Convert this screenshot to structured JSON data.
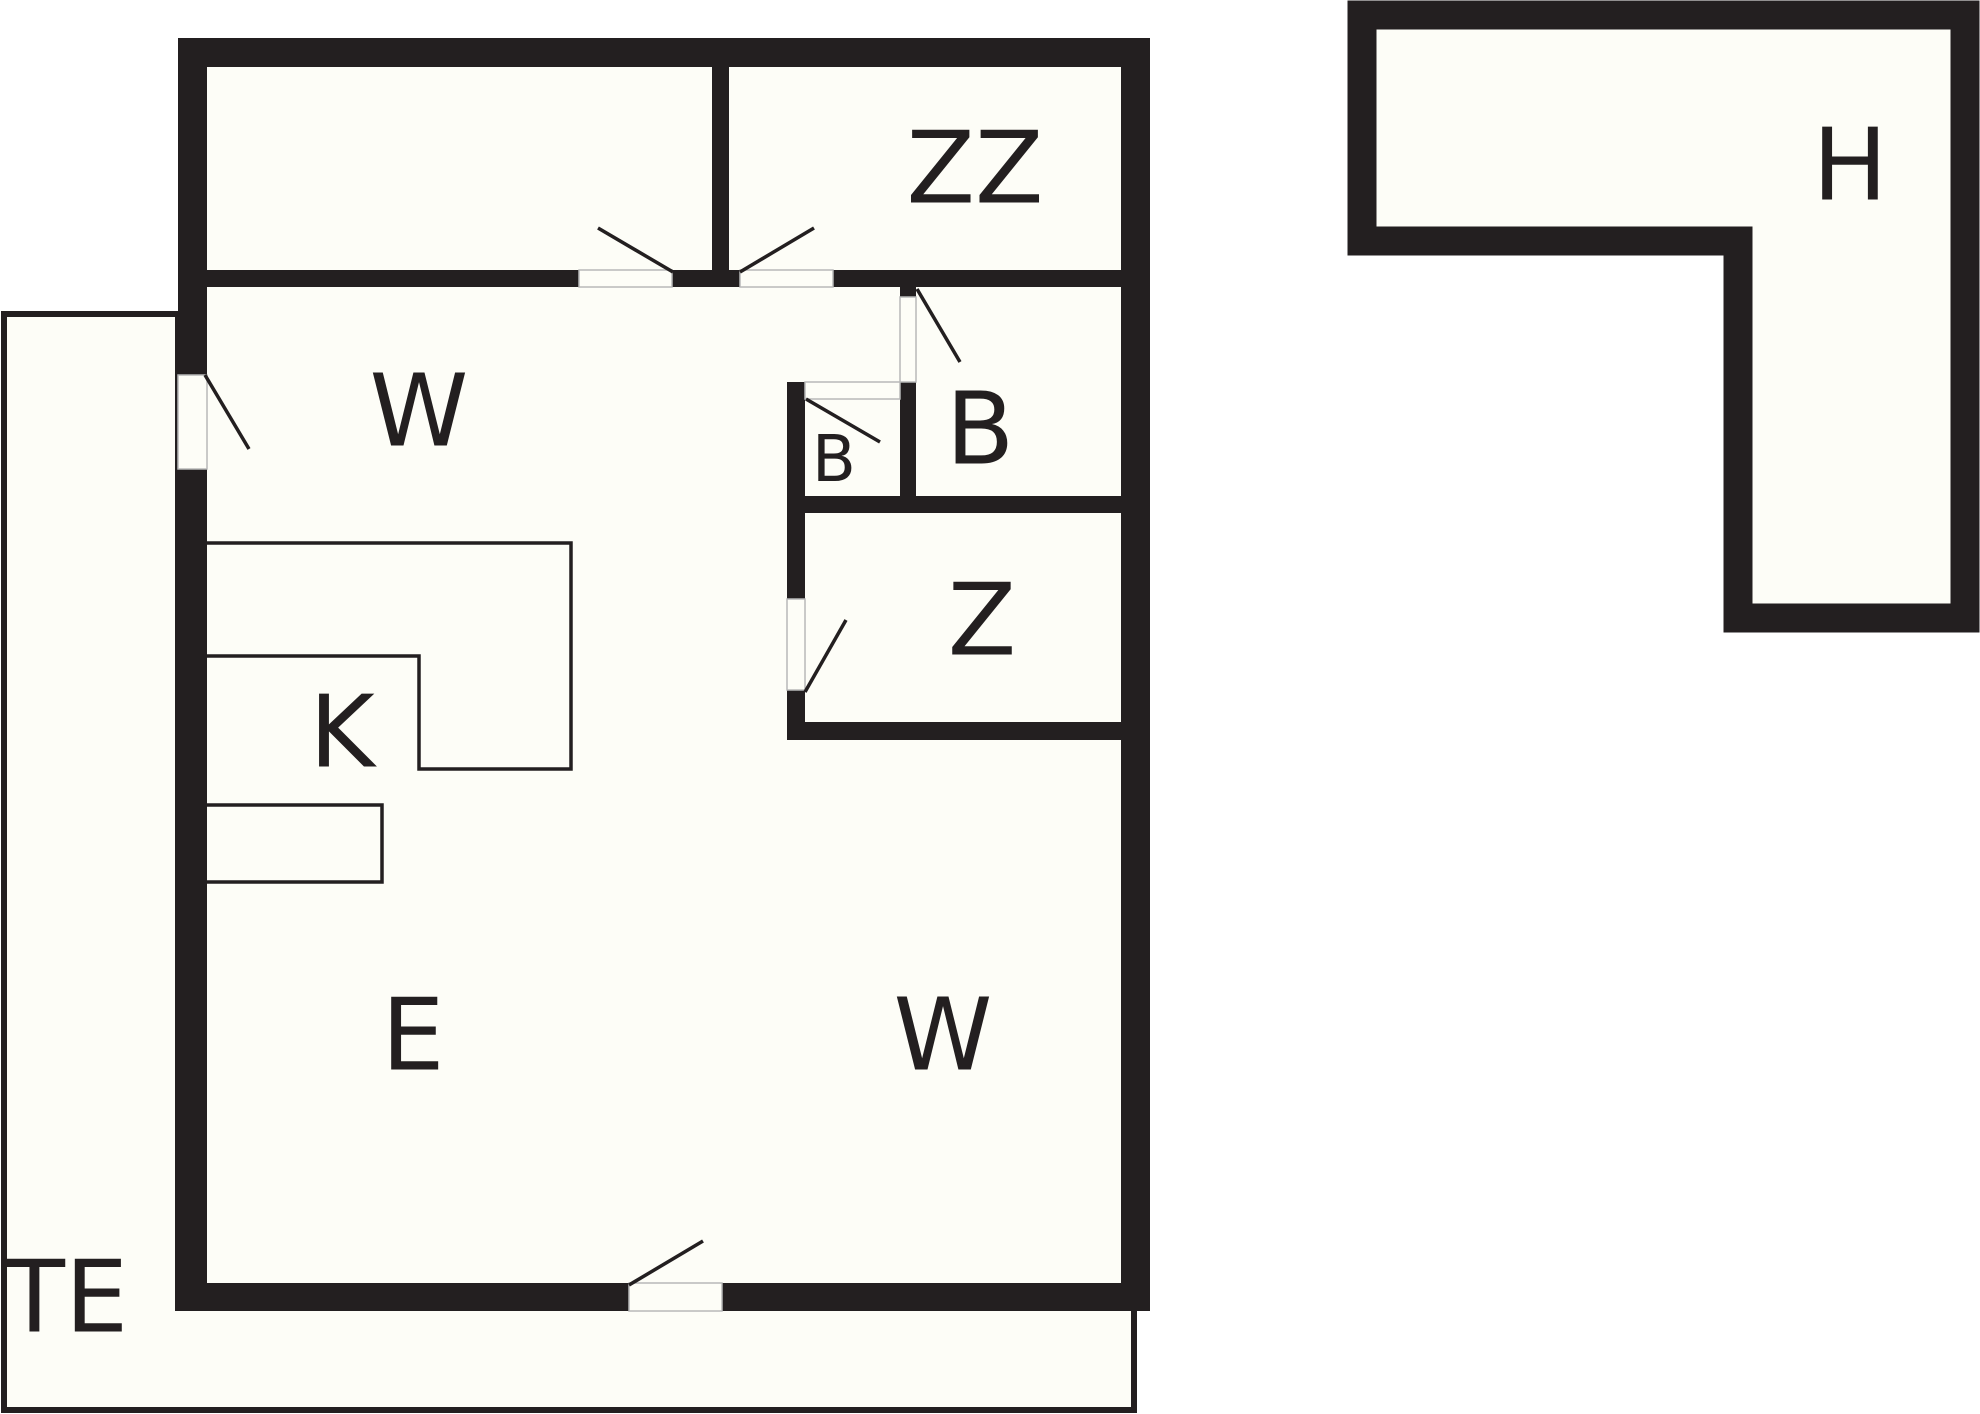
{
  "floor_plan": {
    "rooms": [
      {
        "key": "zz",
        "label": "ZZ"
      },
      {
        "key": "w_upper",
        "label": "W"
      },
      {
        "key": "b_large",
        "label": "B"
      },
      {
        "key": "b_small",
        "label": "B"
      },
      {
        "key": "z",
        "label": "Z"
      },
      {
        "key": "k",
        "label": "K"
      },
      {
        "key": "e",
        "label": "E"
      },
      {
        "key": "w_lower",
        "label": "W"
      },
      {
        "key": "te",
        "label": "TE"
      },
      {
        "key": "h",
        "label": "H"
      }
    ],
    "colors": {
      "wall": "#231f20",
      "floor": "#fdfdf7",
      "background": "#ffffff"
    }
  }
}
